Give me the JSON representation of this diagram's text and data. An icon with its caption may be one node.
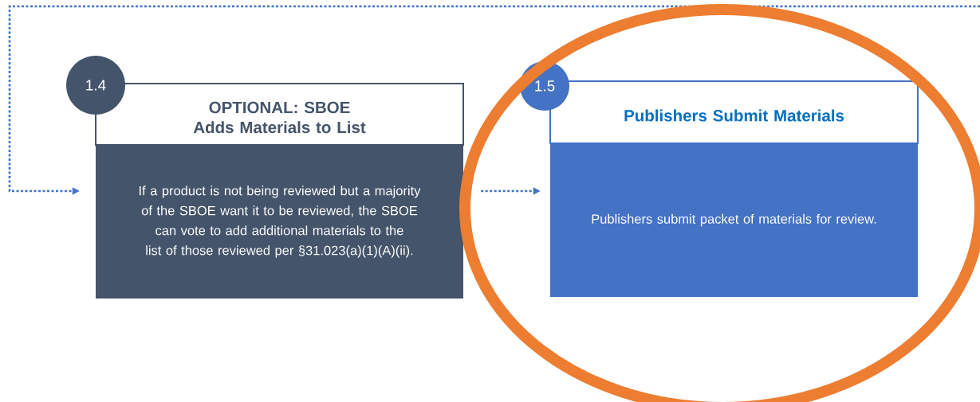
{
  "diagram": {
    "nodes": [
      {
        "text": [
          "1.4"
        ]
      },
      {
        "text": [
          "OPTIONAL: SBOE Adds Materials to List",
          "If a product is not being reviewed but a majority of the SBOE want it to be reviewed, the SBOE can vote to add additional materials to the list of those reviewed per §31.023(a)(1)(A)(ii)."
        ]
      },
      {
        "text": [
          "1.5"
        ]
      },
      {
        "text": [
          "Publishers Submit Materials",
          "Publishers submit packet of materials for review."
        ]
      }
    ],
    "edges": [
      {
        "from": null,
        "to": 1,
        "arrow": "to",
        "style": "dashed"
      },
      {
        "from": 1,
        "to": 3,
        "arrow": "to",
        "style": "dashed"
      }
    ]
  }
}
